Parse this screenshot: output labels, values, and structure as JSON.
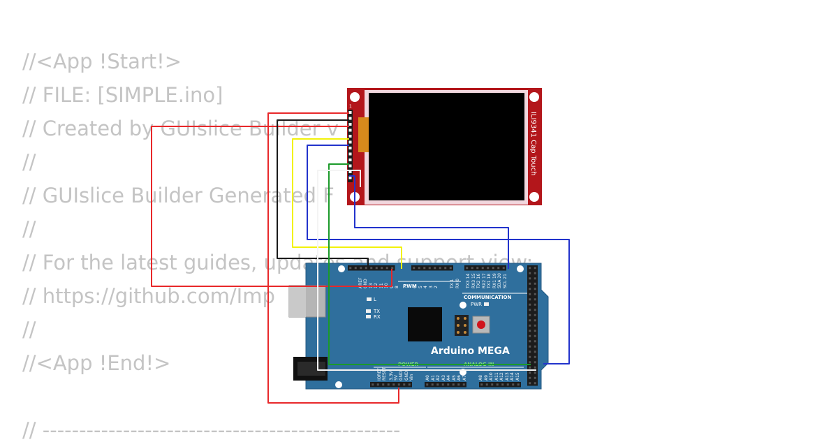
{
  "code": {
    "lines": [
      "//<App !Start!>",
      "// FILE: [SIMPLE.ino]",
      "// Created by GUIslice Builder v",
      "//",
      "// GUIslice Builder Generated F",
      "//",
      "// For the latest guides, updates and support view:",
      "// https://github.com/Imp",
      "//",
      "//<App !End!>",
      "",
      "// -------------------------------------------------"
    ]
  },
  "display": {
    "label": "ILI9341 Cap Touch",
    "pin_header_label": "1"
  },
  "board": {
    "name": "Arduino MEGA",
    "pwm_label": "PWM",
    "communication_label": "COMMUNICATION",
    "power_label": "POWER",
    "analog_label": "ANALOG IN",
    "pwr_led_label": "PWR",
    "led_l_label": "L",
    "led_tx_label": "TX",
    "led_rx_label": "RX",
    "top_pins": [
      "AREF",
      "GND",
      "13",
      "12",
      "11",
      "10",
      "9",
      "8",
      "7",
      "6",
      "5",
      "4",
      "3",
      "2",
      "TX 1",
      "RX 0",
      "TX3 14",
      "RX3 15",
      "TX2 16",
      "RX2 17",
      "TX1 18",
      "RX1 19",
      "SDA 20",
      "SCL 21"
    ],
    "bottom_pins": [
      "IOREF",
      "RESET",
      "3.3V",
      "5V",
      "GND",
      "GND",
      "Vin",
      "A0",
      "A1",
      "A2",
      "A3",
      "A4",
      "A5",
      "A6",
      "A7",
      "A8",
      "A9",
      "A10",
      "A11",
      "A12",
      "A13",
      "A14",
      "A15"
    ]
  },
  "colors": {
    "code_text": "#c4c4c4",
    "board_blue": "#2f6f9d",
    "display_red": "#b3161b",
    "wire_red": "#e8282a",
    "wire_black": "#1a1a1a",
    "wire_yellow": "#f2f20a",
    "wire_blue": "#2233cc",
    "wire_green": "#1b9a2a",
    "wire_white": "#f4f4f4"
  }
}
